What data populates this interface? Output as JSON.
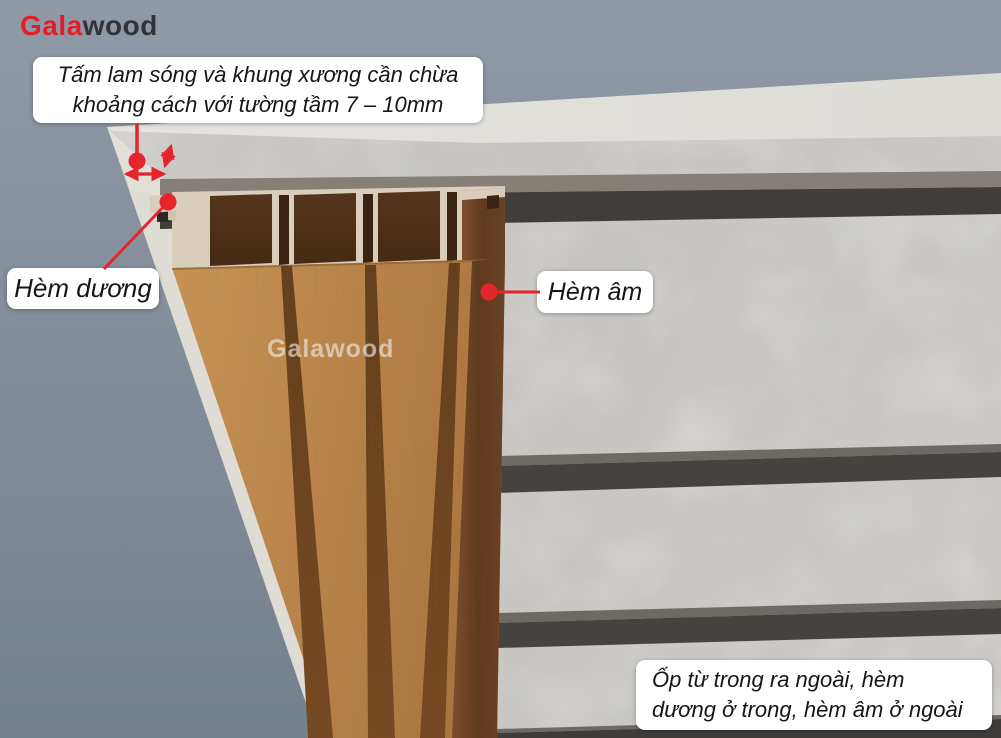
{
  "brand": {
    "logo_gala": "Gala",
    "logo_wood": "wood"
  },
  "watermark": {
    "text": "Galawood"
  },
  "callouts": {
    "gap_note": {
      "line1": "Tấm lam sóng và khung xương cần chừa",
      "line2": "khoảng cách với tường tầm 7 – 10mm"
    },
    "hem_duong_label": "Hèm dương",
    "hem_am_label": "Hèm âm",
    "install_note": {
      "line1": "Ốp từ trong ra ngoài, hèm",
      "line2": "dương ở trong, hèm âm ở ngoài"
    }
  },
  "colors": {
    "accent_red": "#E5242B",
    "logo_red": "#E31E26",
    "logo_dark": "#333336",
    "background_blue_gray": "#8795A2",
    "wall_gray": "#C9C7C3",
    "wall_top_edge": "#E2E0DB",
    "batten_dark": "#403E3B",
    "wood_face": "#B8834A",
    "wood_groove": "#6F451F",
    "panel_cut_edge": "#D9CDBB"
  },
  "scene": {
    "illustration": "wall-panel-installation-3d",
    "elements": [
      "wall",
      "furring-battens",
      "fluted-wood-panel",
      "tongue-edge",
      "groove-edge"
    ]
  }
}
